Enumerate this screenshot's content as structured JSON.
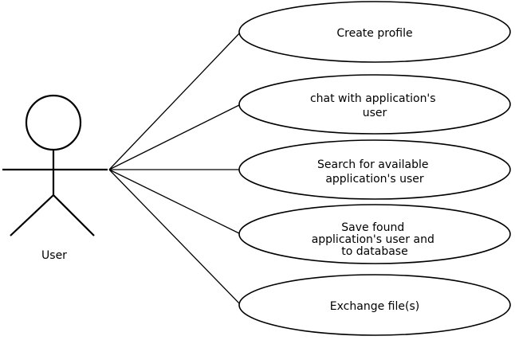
{
  "actor": {
    "label": "User"
  },
  "use_cases": [
    {
      "lines": [
        "Create profile"
      ]
    },
    {
      "lines": [
        "chat with application's",
        "user"
      ]
    },
    {
      "lines": [
        "Search for available",
        "application's user"
      ]
    },
    {
      "lines": [
        "Save found",
        "application's user and",
        "to database"
      ]
    },
    {
      "lines": [
        "Exchange file(s)"
      ]
    }
  ]
}
